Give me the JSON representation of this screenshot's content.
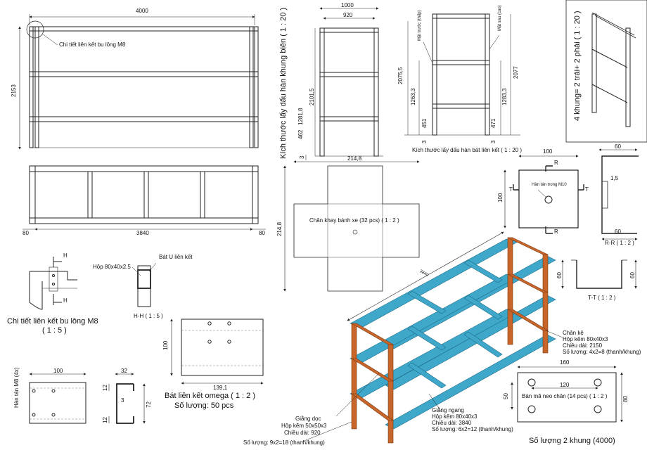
{
  "colors": {
    "ink": "#222222",
    "column": "#c8652a",
    "beam": "#3fa7c9",
    "bg": "#ffffff"
  },
  "front_view": {
    "width": "4000",
    "height": "2153",
    "callout": "Chi tiết liên kết bu lông M8"
  },
  "plan_view": {
    "left": "80",
    "span": "3840",
    "right": "80"
  },
  "side_frame": {
    "top_width": "1000",
    "inner_width": "920",
    "h_overall": "2101,5",
    "h_mid": "1281,8",
    "h_low": "462",
    "base": "3",
    "title": "Kích thước lấy dấu hàn khung biên ( 1 : 20 )"
  },
  "connection_frame": {
    "front_label": "Mặt trước (thấp)",
    "rear_label": "Mặt sau (cao)",
    "h_left_total": "2075,5",
    "h_left_mid": "1263,3",
    "h_left_low": "451",
    "h_right_total": "2077",
    "h_right_mid": "1283,3",
    "h_right_low": "471",
    "base_left": "3",
    "base_right": "3",
    "title": "Kích thước lấy dấu hàn bát liên kết ( 1 : 20 )"
  },
  "frame_qty": {
    "label": "4 khung= 2 trái+ 2 phải ( 1 : 20 )"
  },
  "wheel_tab": {
    "width": "214,8",
    "height": "214,8",
    "label": "Chân khay bánh xe (32 pcs) ( 1 : 2 )"
  },
  "bracket_plate": {
    "width": "100",
    "height": "100",
    "nut": "Hàn tán trong M10",
    "r": "R",
    "t": "T"
  },
  "section_rr": {
    "width": "60",
    "lip": "1,5",
    "bottom": "60",
    "title": "R-R ( 1 : 2 )"
  },
  "section_tt": {
    "height_l": "60",
    "height_r": "60",
    "title": "T-T ( 1 : 2 )"
  },
  "bolt_detail": {
    "mark": "H",
    "title": "Chi tiết liên kết bu lông M8",
    "scale": "( 1 : 5 )"
  },
  "section_hh": {
    "tube": "Hộp 80x40x2.5",
    "bracket": "Bát U liên kết",
    "title": "H-H ( 1 : 5 )"
  },
  "omega_plate": {
    "height": "100",
    "width": "139,1",
    "title": "Bát liên kết omega ( 1 : 2 )",
    "qty": "Số lượng: 50 pcs"
  },
  "nut_strip": {
    "width": "100",
    "label": "Hàn tán M8 (4x)"
  },
  "channel": {
    "width": "32",
    "lip_top": "12",
    "gap": "3",
    "height": "72",
    "lip_bot": "12"
  },
  "iso_view": {
    "length_dim": "3840",
    "leg": {
      "title": "Chân kệ",
      "size": "Hộp kẽm 80x40x3",
      "length": "Chiều dài: 2150",
      "qty": "Số lượng:   4x2=8 (thanh/khung)"
    },
    "cross": {
      "title": "Giằng ngang",
      "size": "Hộp kẽm 80x40x3",
      "length": "Chiều dài: 3840",
      "qty": "Số lượng:   6x2=12 (thanh/khung)"
    },
    "long": {
      "title": "Giằng dọc",
      "size": "Hộp kẽm 50x50x3",
      "length": "Chiều dài: 920",
      "qty": "Số lượng:   9x2=18 (thanh/khung)"
    }
  },
  "foot_plate": {
    "width": "160",
    "hole_pitch": "120",
    "height": "80",
    "side": "50",
    "label": "Bản mã neo chân (14 pcs) ( 1 : 2 )"
  },
  "total": {
    "label": "Số lượng 2 khung (4000)"
  }
}
